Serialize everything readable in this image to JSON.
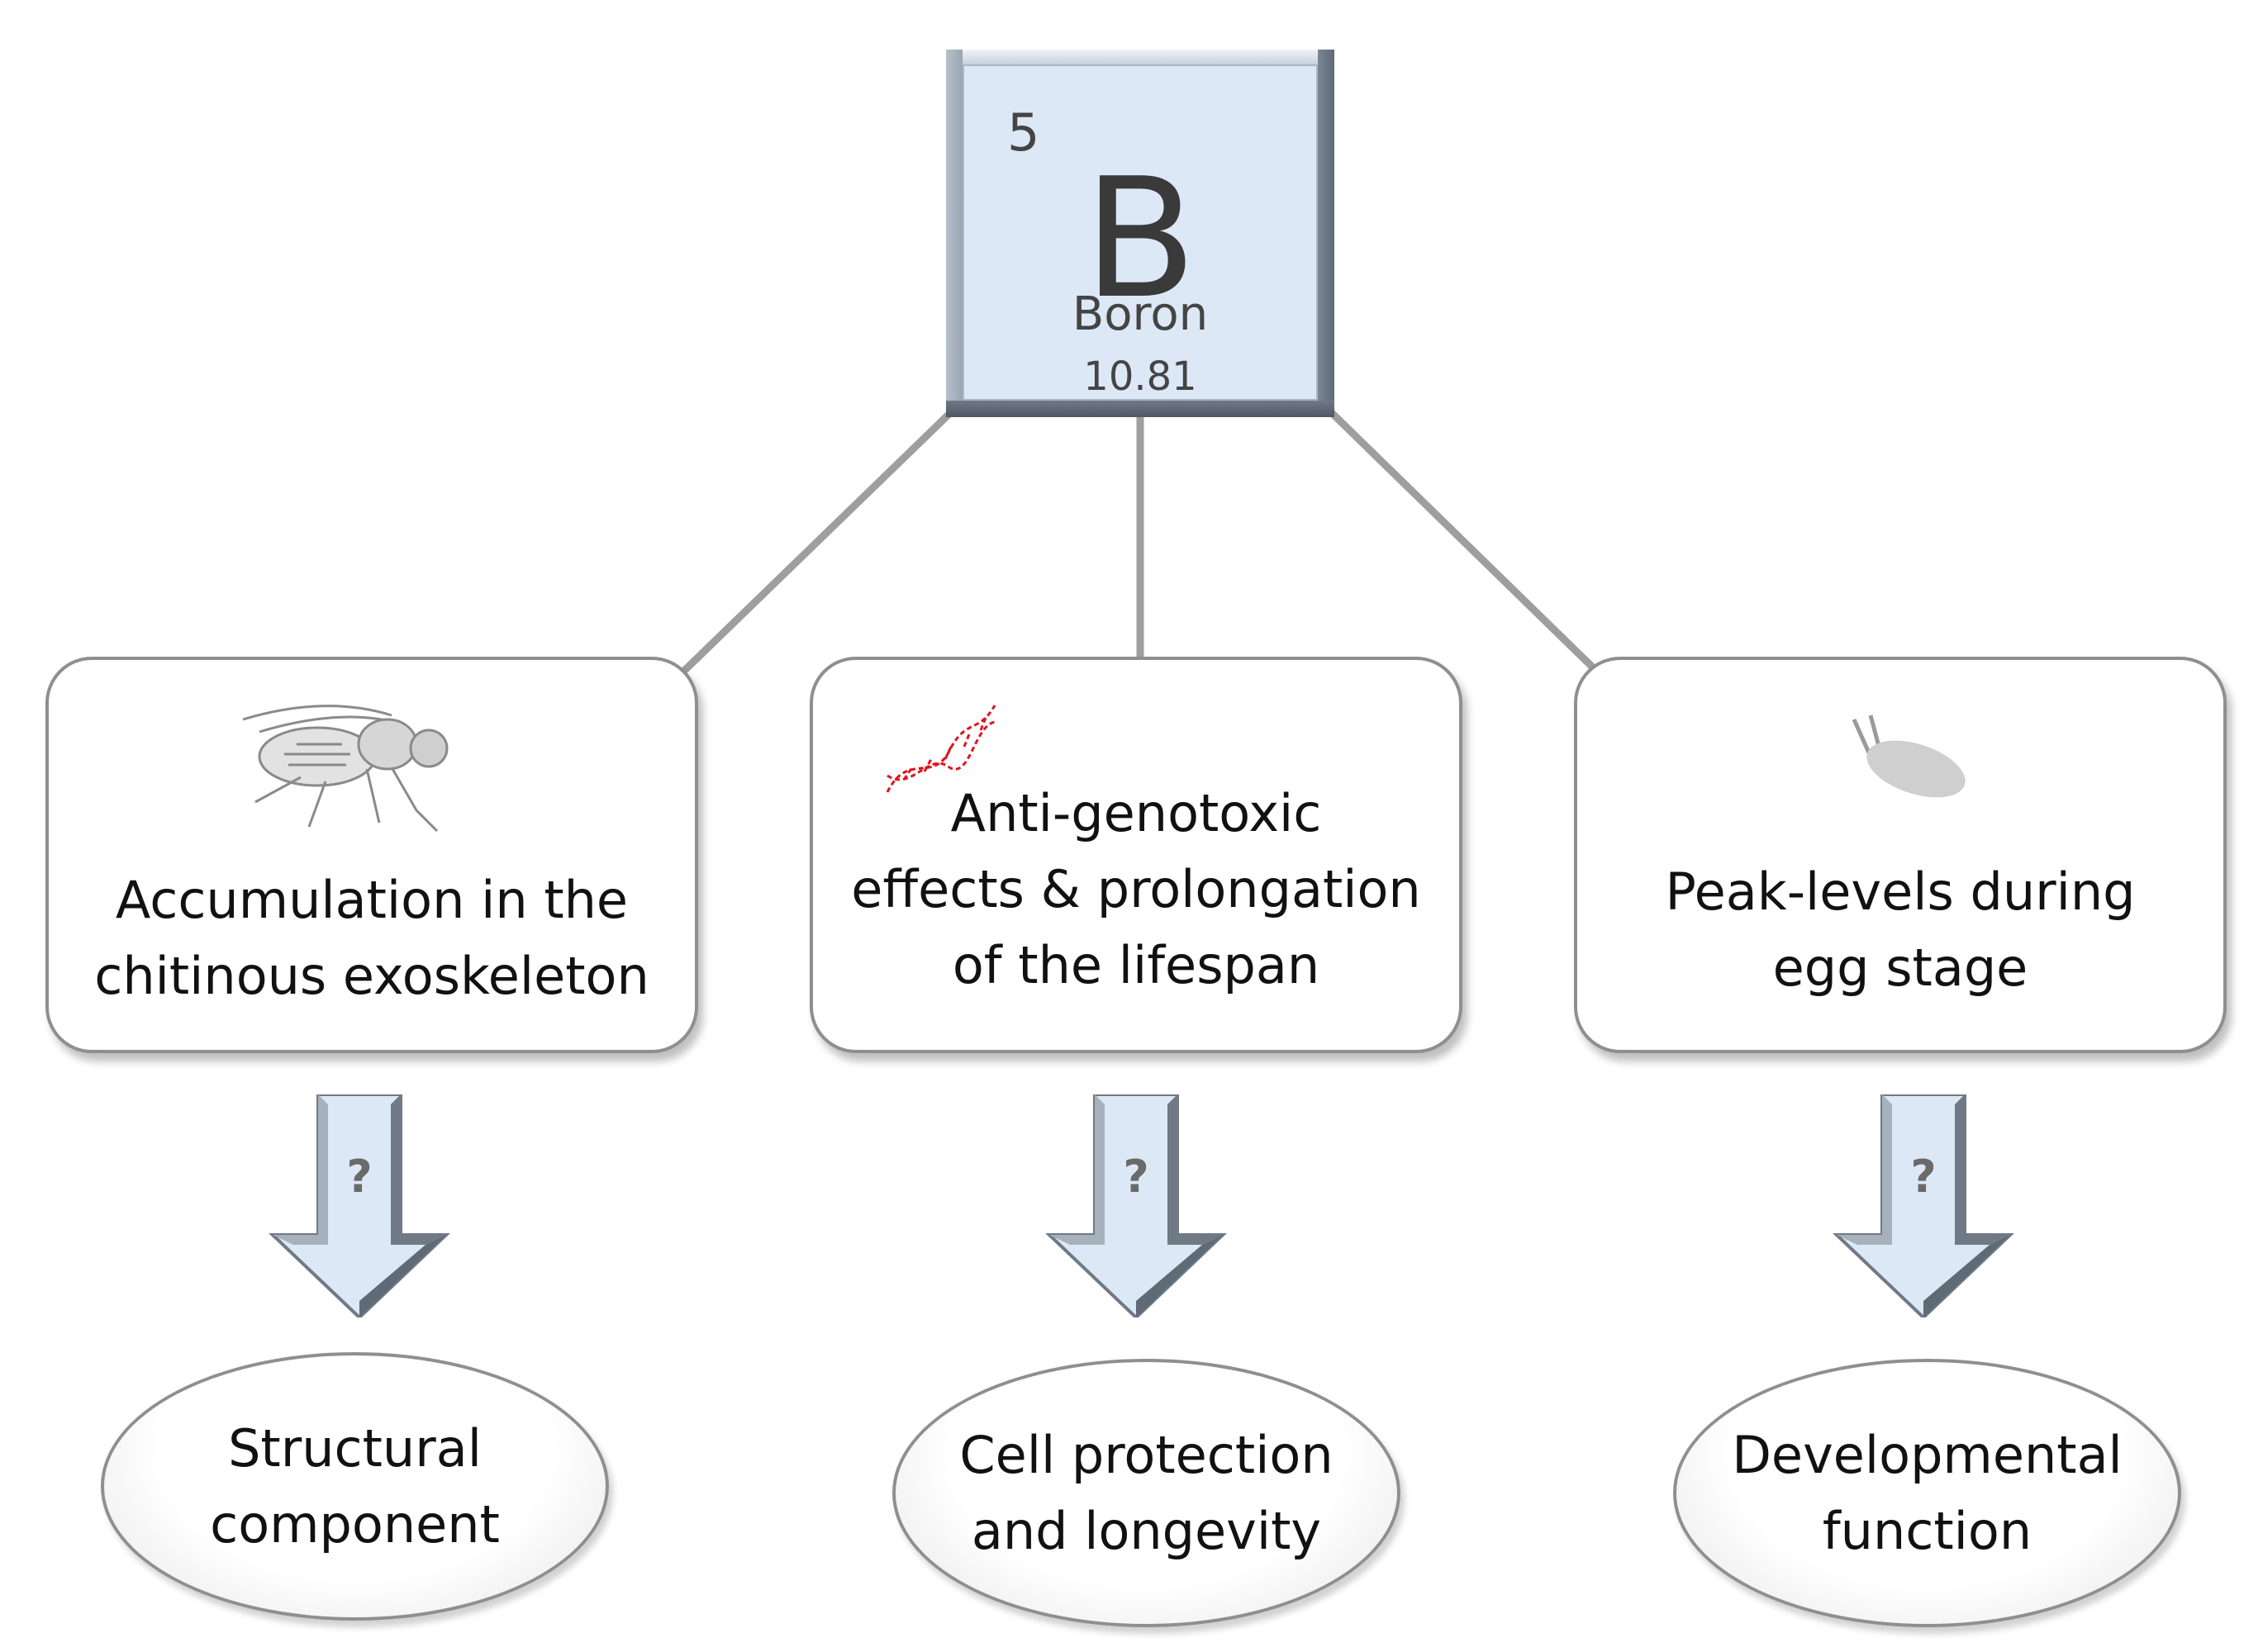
{
  "tile": {
    "atomic_number": "5",
    "symbol": "B",
    "name": "Boron",
    "mass": "10.81"
  },
  "boxes": [
    {
      "lines": [
        "Accumulation in the",
        "chitinous exoskeleton"
      ],
      "icon": "fly-icon"
    },
    {
      "lines": [
        "Anti-genotoxic",
        "effects & prolongation",
        "of the lifespan"
      ],
      "icon": "dna-icon"
    },
    {
      "lines": [
        "Peak-levels during",
        "egg stage"
      ],
      "icon": "egg-icon"
    }
  ],
  "arrows": [
    {
      "label": "?"
    },
    {
      "label": "?"
    },
    {
      "label": "?"
    }
  ],
  "outcomes": [
    {
      "lines": [
        "Structural",
        "component"
      ]
    },
    {
      "lines": [
        "Cell protection",
        "and longevity"
      ]
    },
    {
      "lines": [
        "Developmental",
        "function"
      ]
    }
  ],
  "colors": {
    "tile_face": "#dce8f5",
    "connector": "#9e9e9e",
    "dna": "#e0141e",
    "arrow_fill": "#dce8f5"
  }
}
